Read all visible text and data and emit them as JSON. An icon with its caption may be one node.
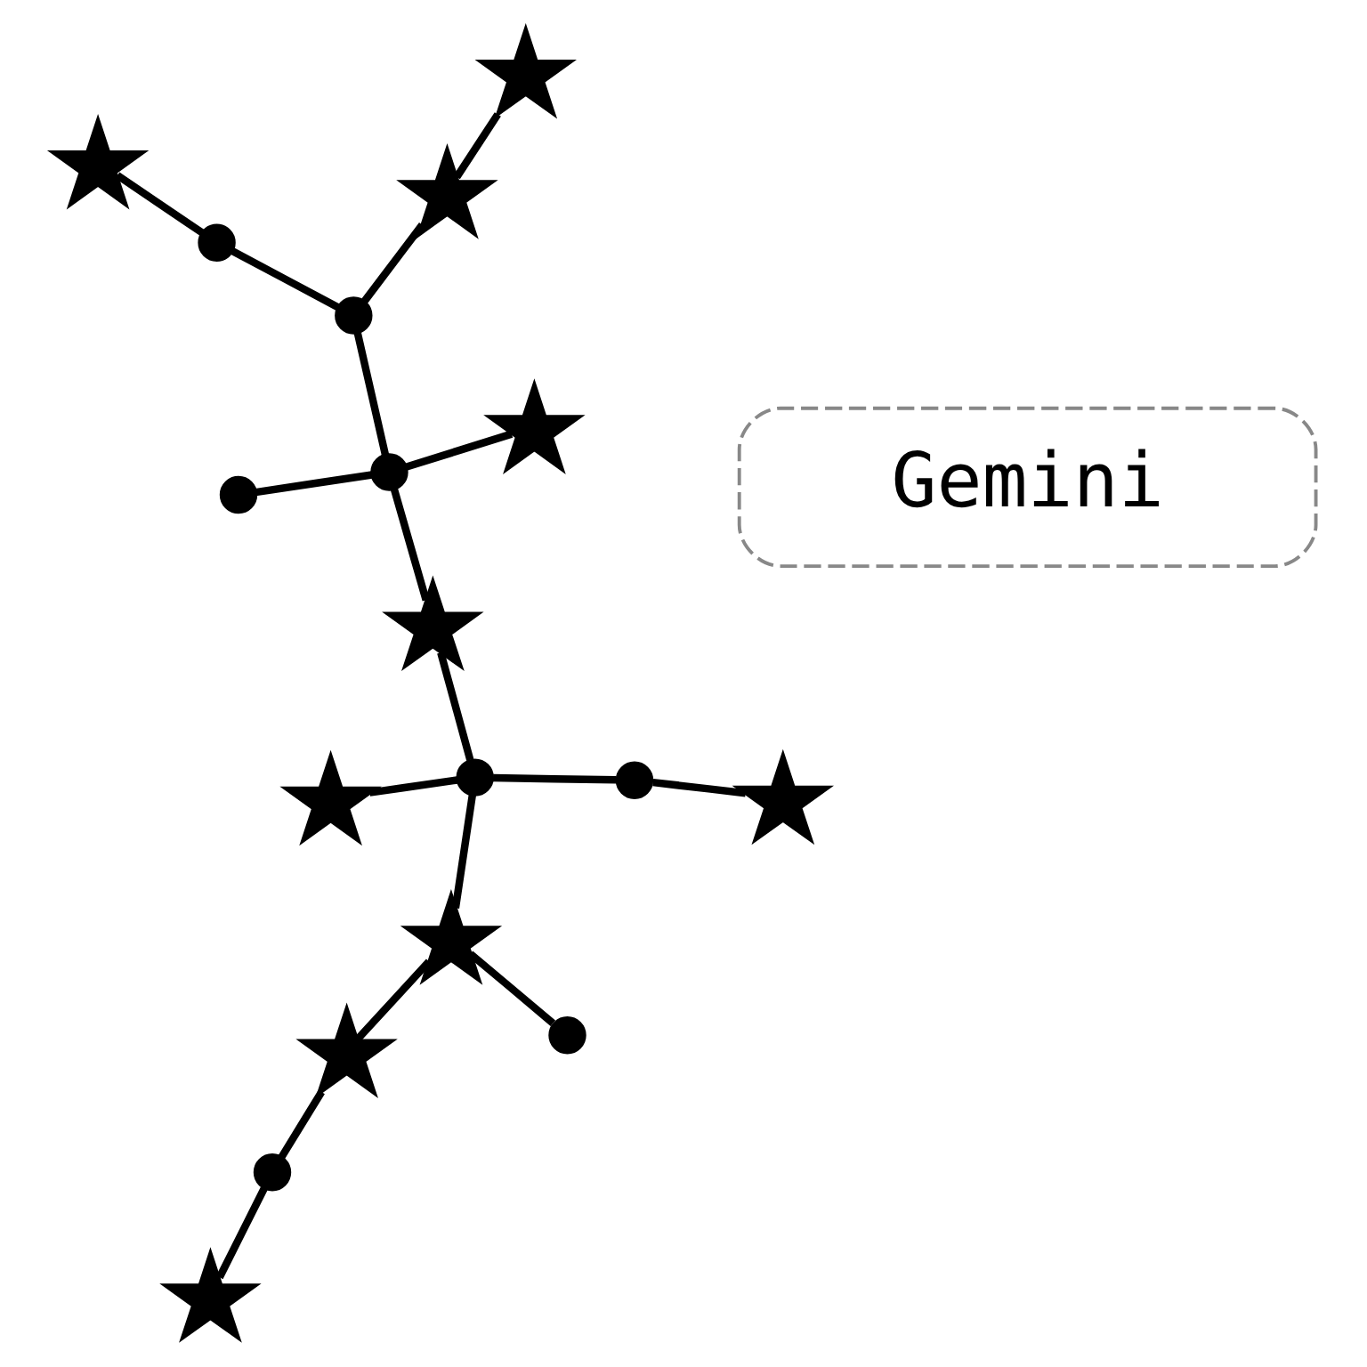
{
  "diagram": {
    "nodes": [
      {
        "text": [],
        "shape": "star"
      },
      {
        "text": [],
        "shape": "star"
      },
      {
        "text": [],
        "shape": "circle"
      },
      {
        "text": [],
        "shape": "circle"
      },
      {
        "text": [],
        "shape": "star"
      },
      {
        "text": [],
        "shape": "star"
      },
      {
        "text": [],
        "shape": "circle"
      },
      {
        "text": [],
        "shape": "star"
      },
      {
        "text": [],
        "shape": "star"
      },
      {
        "text": [],
        "shape": "star"
      },
      {
        "text": [],
        "shape": "circle"
      },
      {
        "text": [],
        "shape": "circle"
      },
      {
        "text": [],
        "shape": "circle"
      },
      {
        "text": [],
        "shape": "circle"
      },
      {
        "text": [],
        "shape": "star"
      },
      {
        "text": [],
        "shape": "star"
      },
      {
        "text": [],
        "shape": "circle"
      },
      {
        "text": [],
        "shape": "star"
      },
      {
        "text": [
          "Gemini"
        ]
      }
    ],
    "edges": [
      {
        "from": 1,
        "to": 2,
        "arrow": "none"
      },
      {
        "from": 2,
        "to": 3,
        "arrow": "none"
      },
      {
        "from": 3,
        "to": 0,
        "arrow": "none"
      },
      {
        "from": 3,
        "to": 5,
        "arrow": "none"
      },
      {
        "from": 5,
        "to": 6,
        "arrow": "none"
      },
      {
        "from": 4,
        "to": 6,
        "arrow": "none"
      },
      {
        "from": 6,
        "to": 11,
        "arrow": "none"
      },
      {
        "from": 6,
        "to": 13,
        "arrow": "none"
      },
      {
        "from": 3,
        "to": 7,
        "arrow": "none"
      },
      {
        "from": 7,
        "to": 9,
        "arrow": "none"
      },
      {
        "from": 9,
        "to": 10,
        "arrow": "none"
      },
      {
        "from": 10,
        "to": 8,
        "arrow": "none"
      },
      {
        "from": 7,
        "to": 12,
        "arrow": "none"
      },
      {
        "from": 13,
        "to": 14,
        "arrow": "none"
      },
      {
        "from": 14,
        "to": 15,
        "arrow": "none"
      },
      {
        "from": 13,
        "to": 16,
        "arrow": "none"
      },
      {
        "from": 16,
        "to": 17,
        "arrow": "none"
      }
    ]
  }
}
